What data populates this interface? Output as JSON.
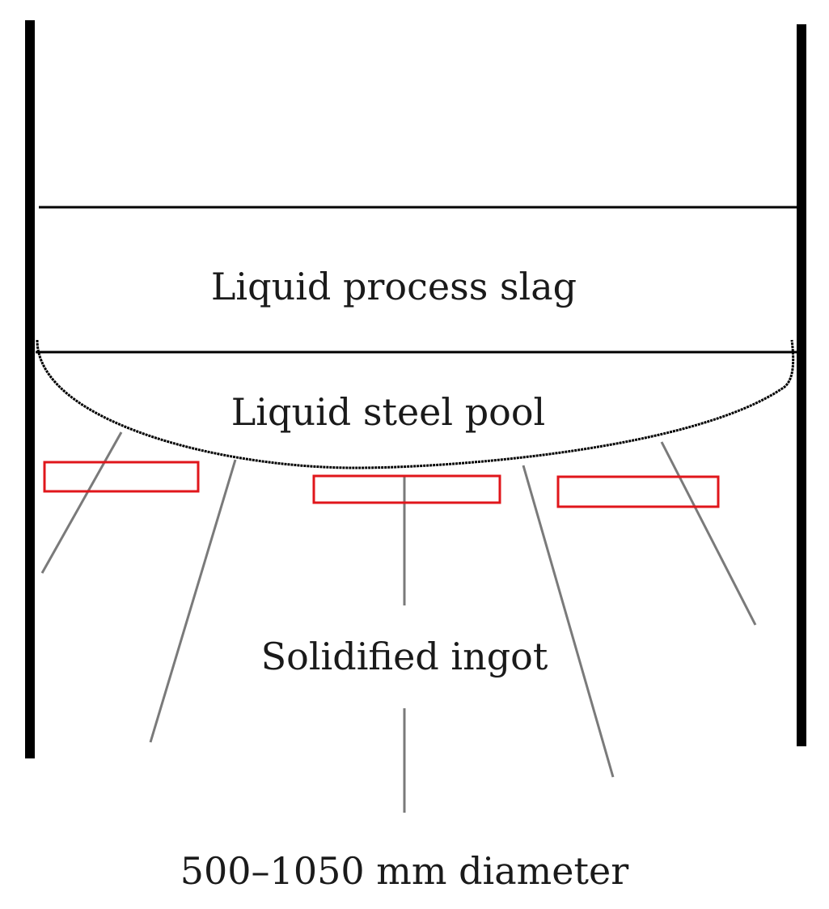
{
  "labels": {
    "slag": "Liquid process slag",
    "pool": "Liquid steel pool",
    "ingot": "Solidified ingot",
    "diameter": "500–1050 mm diameter"
  },
  "colors": {
    "walls": "#000000",
    "interface_lines": "#000000",
    "grain_lines": "#7a7a7a",
    "sample_boxes": "#e0161b",
    "text": "#1a1a1a"
  }
}
